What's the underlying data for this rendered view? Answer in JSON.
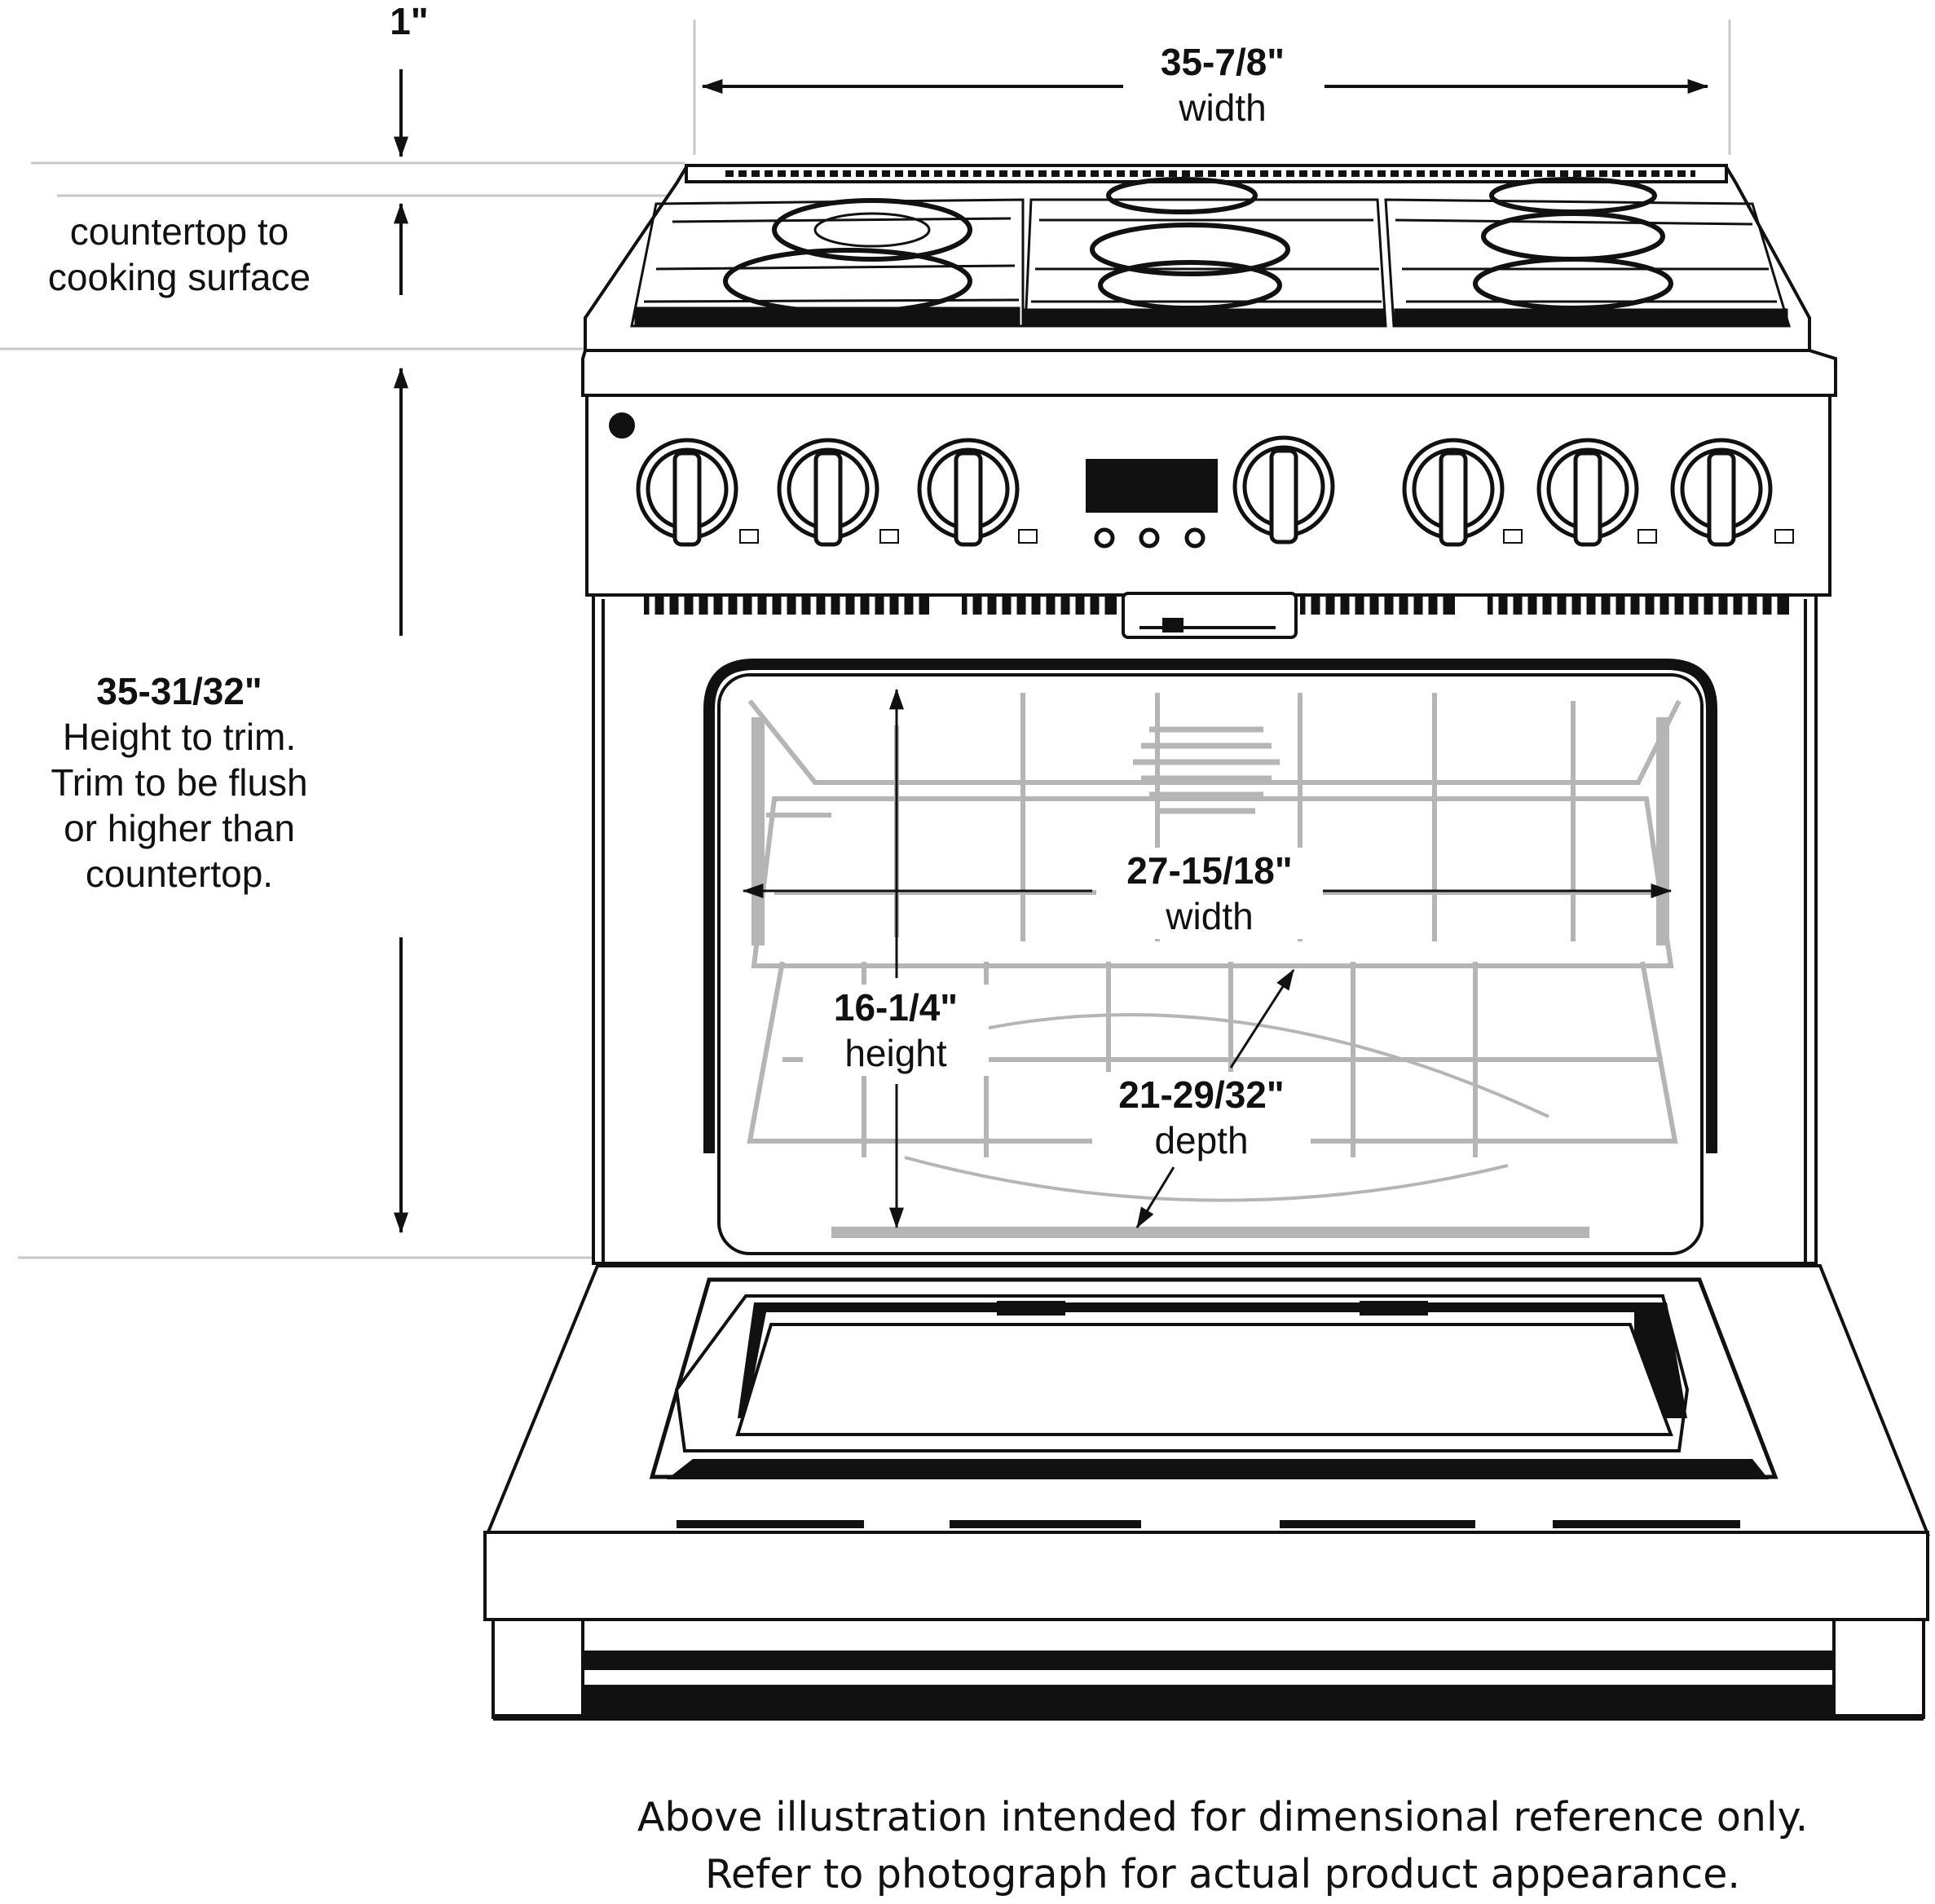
{
  "dimensions": {
    "countertop_gap": {
      "value": "1\""
    },
    "countertop_to_surface": {
      "line1": "countertop to",
      "line2": "cooking surface"
    },
    "overall_width": {
      "value": "35-7/8\"",
      "caption": "width"
    },
    "trim_height": {
      "value": "35-31/32\"",
      "line1": "Height to trim.",
      "line2": "Trim to be flush",
      "line3": "or higher than",
      "line4": "countertop."
    },
    "oven_width": {
      "value": "27-15/18\"",
      "caption": "width"
    },
    "oven_height": {
      "value": "16-1/4\"",
      "caption": "height"
    },
    "oven_depth": {
      "value": "21-29/32\"",
      "caption": "depth"
    }
  },
  "disclaimer": {
    "line1": "Above illustration intended for dimensional reference only.",
    "line2": "Refer to photograph for actual product appearance."
  },
  "colors": {
    "line": "#111111",
    "rack": "#b5b5b5",
    "guide": "#c8c8c8"
  }
}
